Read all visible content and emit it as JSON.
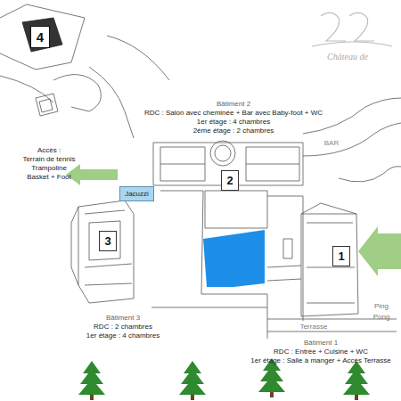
{
  "diagram": {
    "nodes": [
      {
        "text": [
          "4"
        ]
      },
      {
        "text": [
          "Jacuzzi"
        ]
      },
      {
        "text": [
          "2"
        ]
      },
      {
        "text": [
          "3"
        ]
      },
      {
        "text": [
          "1"
        ]
      }
    ],
    "labels": [
      "Bâtiment 2",
      "RDC : Salon avec cheminée + Bar avec Baby-foot + WC",
      "1er étage : 4 chambres",
      "2ème étage : 2 chambres",
      "BAR",
      "Accès :",
      "Terrain de tennis",
      "Trampoline",
      "Basket + Foot",
      "Bâtiment 3",
      "RDC : 2 chambres",
      "1er étage : 4 chambres",
      "Terrasse",
      "Ping Pong",
      "Bâtiment 1",
      "RDC : Entrée + Cuisine + WC",
      "1er étage : Salle à manger + Accès Terrasse",
      "Château de"
    ]
  }
}
